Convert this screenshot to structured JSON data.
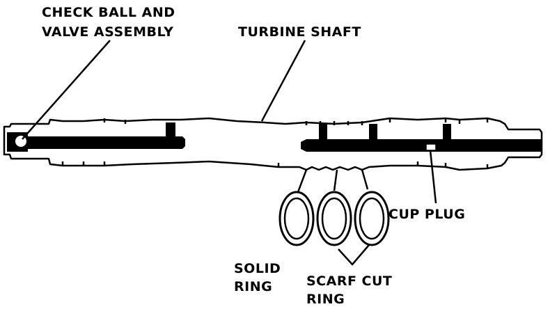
{
  "labels": {
    "check_ball_line1": "CHECK BALL AND",
    "check_ball_line2": "VALVE ASSEMBLY",
    "turbine_shaft": "TURBINE SHAFT",
    "cup_plug": "CUP PLUG",
    "solid_ring_line1": "SOLID",
    "solid_ring_line2": "RING",
    "scarf_cut_line1": "SCARF CUT",
    "scarf_cut_line2": "RING"
  }
}
